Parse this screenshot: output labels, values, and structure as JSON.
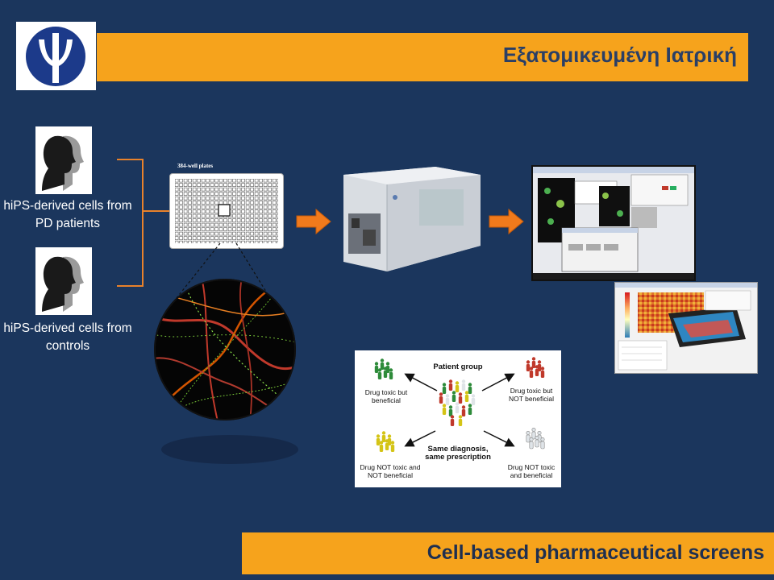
{
  "header": {
    "title": "Εξατομικευμένη Ιατρική"
  },
  "footer": {
    "title": "Cell-based pharmaceutical screens"
  },
  "left": {
    "group1_label": "hiPS-derived cells from PD patients",
    "group2_label": "hiPS-derived cells from controls"
  },
  "plate": {
    "title": "384-well plates"
  },
  "patient_panel": {
    "center_title": "Patient group",
    "center_caption": "Same diagnosis, same prescription",
    "top_left": "Drug toxic but beneficial",
    "top_right": "Drug toxic but NOT beneficial",
    "bottom_left": "Drug NOT toxic and NOT beneficial",
    "bottom_right": "Drug NOT toxic and beneficial"
  },
  "colors": {
    "background": "#1b365d",
    "banner": "#f6a31c",
    "connector": "#e9822b",
    "arrow": "#f07a1c"
  },
  "icons": [
    "university-logo-icon",
    "head-silhouette-icon",
    "arrow-right-icon",
    "person-figure-icon"
  ]
}
